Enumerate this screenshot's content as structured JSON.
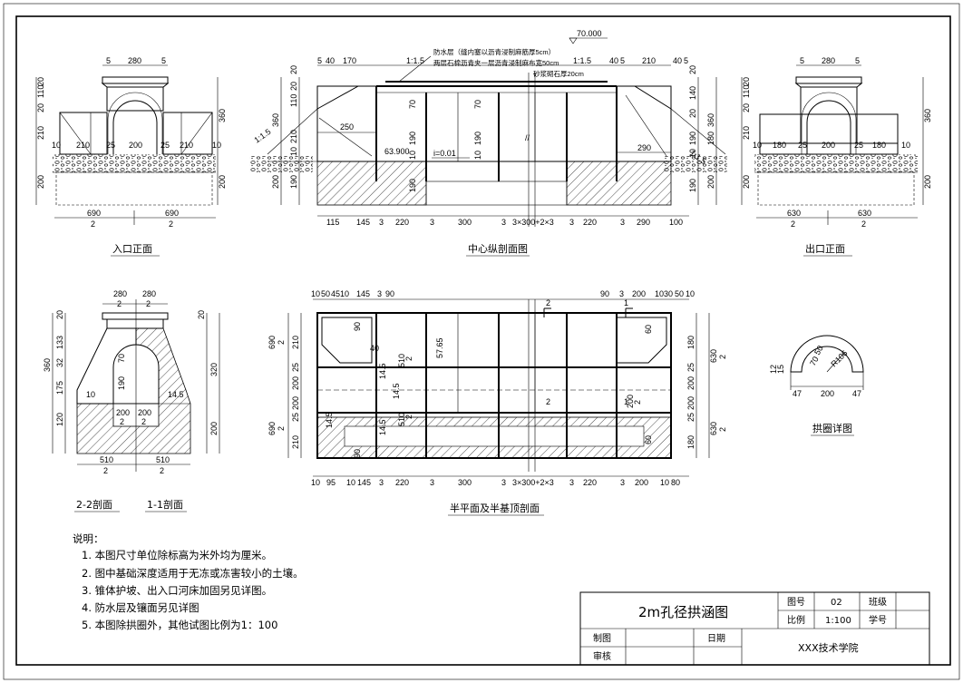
{
  "views": {
    "inlet_front": "入口正面",
    "center_section": "中心纵剖面图",
    "outlet_front": "出口正面",
    "section_2_2": "2-2剖面",
    "section_1_1": "1-1剖面",
    "plan": "半平面及半基顶剖面",
    "arch_ring": "拱圈详图"
  },
  "notes": {
    "heading": "说明：",
    "items": [
      "1. 本图尺寸单位除标高为米外均为厘米。",
      "2. 图中基础深度适用于无冻或冻害较小的土壤。",
      "3. 锥体护坡、出入口河床加固另见详图。",
      "4. 防水层及镶面另见详图",
      "5. 本图除拱圈外，其他试图比例为1：100"
    ]
  },
  "section_annotations": {
    "elev_top": "70.000",
    "elev_bottom": "63.900",
    "slope_ratio": "1:1.5",
    "gradient": "i=0.01",
    "waterproof": "防水层（缝内塞以沥青浸制麻筋厚5cm）",
    "waterproof2": "两层石棉沥青夹一层沥青浸制麻布宽50cm",
    "pave": "砂浆砌石厚20cm"
  },
  "dims": {
    "inlet_top": [
      "5",
      "280",
      "5"
    ],
    "inlet_bottom": [
      "10",
      "210",
      "25",
      "200",
      "25",
      "210",
      "10"
    ],
    "inlet_left": [
      "20",
      "110",
      "20",
      "210",
      "200"
    ],
    "inlet_right": [
      "360",
      "200"
    ],
    "inlet_half": [
      "690",
      "2",
      "690",
      "2"
    ],
    "sec_top_left": [
      "5",
      "40",
      "170"
    ],
    "sec_top_right": [
      "40",
      "5",
      "210",
      "40",
      "5"
    ],
    "sec_bottom": [
      "115",
      "145",
      "3",
      "220",
      "3",
      "300",
      "3",
      "3×300+2×3",
      "3",
      "220",
      "3",
      "290",
      "100"
    ],
    "sec_left_v": [
      "20",
      "20",
      "110",
      "360",
      "210",
      "10",
      "200",
      "190"
    ],
    "sec_mid_v": [
      "70",
      "190",
      "10",
      "70",
      "190",
      "10",
      "190"
    ],
    "sec_right_v": [
      "20",
      "140",
      "20",
      "190",
      "10",
      "190",
      "360",
      "180",
      "200"
    ],
    "sec_inner": [
      "250",
      "290"
    ],
    "outlet_top": [
      "5",
      "280",
      "5"
    ],
    "outlet_bottom": [
      "10",
      "180",
      "25",
      "200",
      "25",
      "180",
      "10"
    ],
    "outlet_left": [
      "20",
      "110",
      "20",
      "210",
      "200"
    ],
    "outlet_right": [
      "360",
      "200"
    ],
    "outlet_half": [
      "630",
      "2",
      "630",
      "2"
    ],
    "s22_top": [
      "280",
      "2",
      "280",
      "2"
    ],
    "s22_left": [
      "20",
      "133",
      "32",
      "360",
      "175",
      "120"
    ],
    "s22_right": [
      "20",
      "320",
      "200"
    ],
    "s22_inner": [
      "70",
      "10",
      "190",
      "14.5",
      "200",
      "2",
      "200",
      "2"
    ],
    "s22_bottom": [
      "510",
      "2",
      "510",
      "2"
    ],
    "plan_top_left": [
      "10",
      "50",
      "45",
      "10",
      "145",
      "3",
      "90"
    ],
    "plan_top_right": [
      "90",
      "3",
      "200",
      "10",
      "30",
      "50",
      "10"
    ],
    "plan_left": [
      "690",
      "2",
      "690",
      "2",
      "210",
      "25",
      "200",
      "200",
      "25",
      "210"
    ],
    "plan_right": [
      "180",
      "25",
      "200",
      "200",
      "25",
      "180",
      "630",
      "2",
      "630",
      "2"
    ],
    "plan_inner": [
      "90",
      "40",
      "14.5",
      "510",
      "2",
      "14.5",
      "510",
      "2",
      "200",
      "2",
      "90",
      "60",
      "60",
      "14.5",
      "14.5",
      "57.65"
    ],
    "plan_bottom": [
      "10",
      "95",
      "10",
      "145",
      "3",
      "220",
      "3",
      "300",
      "3",
      "3×300+2×3",
      "3",
      "220",
      "3",
      "200",
      "10",
      "80"
    ],
    "section_marks": [
      "2",
      "2",
      "1",
      "1"
    ],
    "arch_dims": [
      "47",
      "200",
      "47",
      "R106",
      "50",
      "70",
      "12",
      "15"
    ]
  },
  "title_block": {
    "drawing_title": "2m孔径拱涵图",
    "drawing_no_label": "图号",
    "drawing_no": "02",
    "scale_label": "比例",
    "scale": "1:100",
    "class_label": "班级",
    "student_no_label": "学号",
    "drawn_label": "制图",
    "date_label": "日期",
    "checked_label": "审核",
    "school": "XXX技术学院"
  }
}
